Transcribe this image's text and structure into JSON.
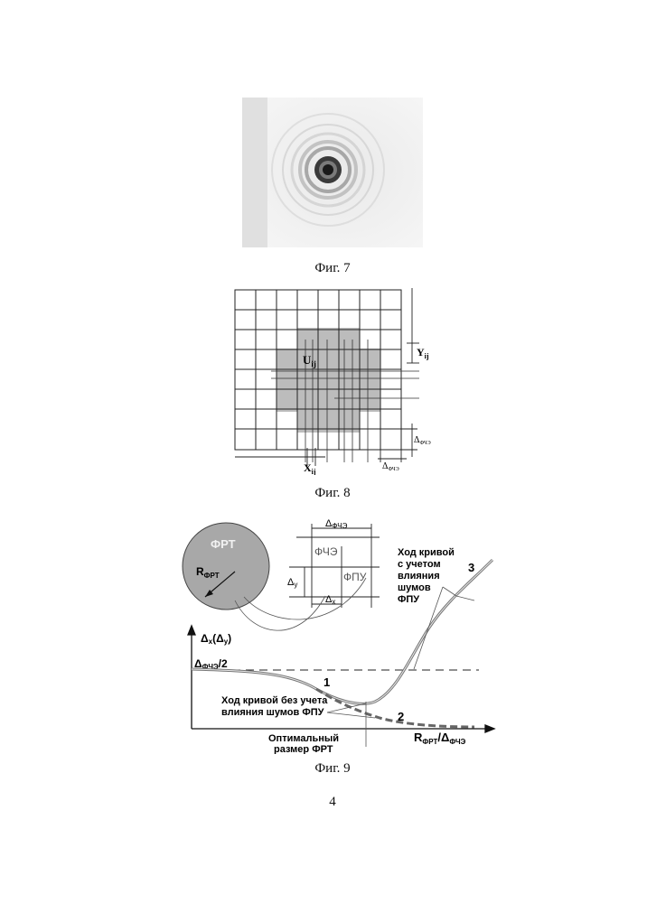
{
  "figures": {
    "fig7": {
      "caption": "Фиг. 7"
    },
    "fig8": {
      "caption": "Фиг. 8",
      "labels": {
        "u": "U",
        "u_sub": "ij",
        "y": "Y",
        "y_sub": "ij",
        "x": "X",
        "x_sub": "ij",
        "delta_right": "Δ",
        "delta_right_sub": "ФЧЭ",
        "delta_bottom": "Δ",
        "delta_bottom_sub": "ФЧЭ"
      }
    },
    "fig9": {
      "caption": "Фиг. 9",
      "labels": {
        "frt": "ФРТ",
        "r_frt": "R",
        "r_frt_sub": "ФРТ",
        "delta_fche_top": "Δ",
        "delta_fche_top_sub": "ФЧЭ",
        "fche": "ФЧЭ",
        "fpu": "ФПУ",
        "delta_y": "Δ",
        "delta_y_sub": "y",
        "delta_x": "Δ",
        "delta_x_sub": "x",
        "y_axis": "Δ",
        "y_axis_sub": "x",
        "y_axis_paren": "(Δ",
        "y_axis_paren_sub": "y",
        "y_axis_close": ")",
        "half_delta": "Δ",
        "half_delta_sub": "ФЧЭ",
        "half_delta_suffix": "/2",
        "x_axis": "R",
        "x_axis_sub": "ФРТ",
        "x_axis_mid": "/Δ",
        "x_axis_sub2": "ФЧЭ",
        "curve1": "1",
        "curve2": "2",
        "curve3": "3",
        "note_with_noise": [
          "Ход кривой",
          "с учетом",
          "влияния",
          "шумов",
          "ФПУ"
        ],
        "note_without_noise": [
          "Ход кривой без учета",
          "влияния шумов ФПУ"
        ],
        "note_optimal": [
          "Оптимальный",
          "размер ФРТ"
        ]
      }
    }
  },
  "page_number": "4"
}
